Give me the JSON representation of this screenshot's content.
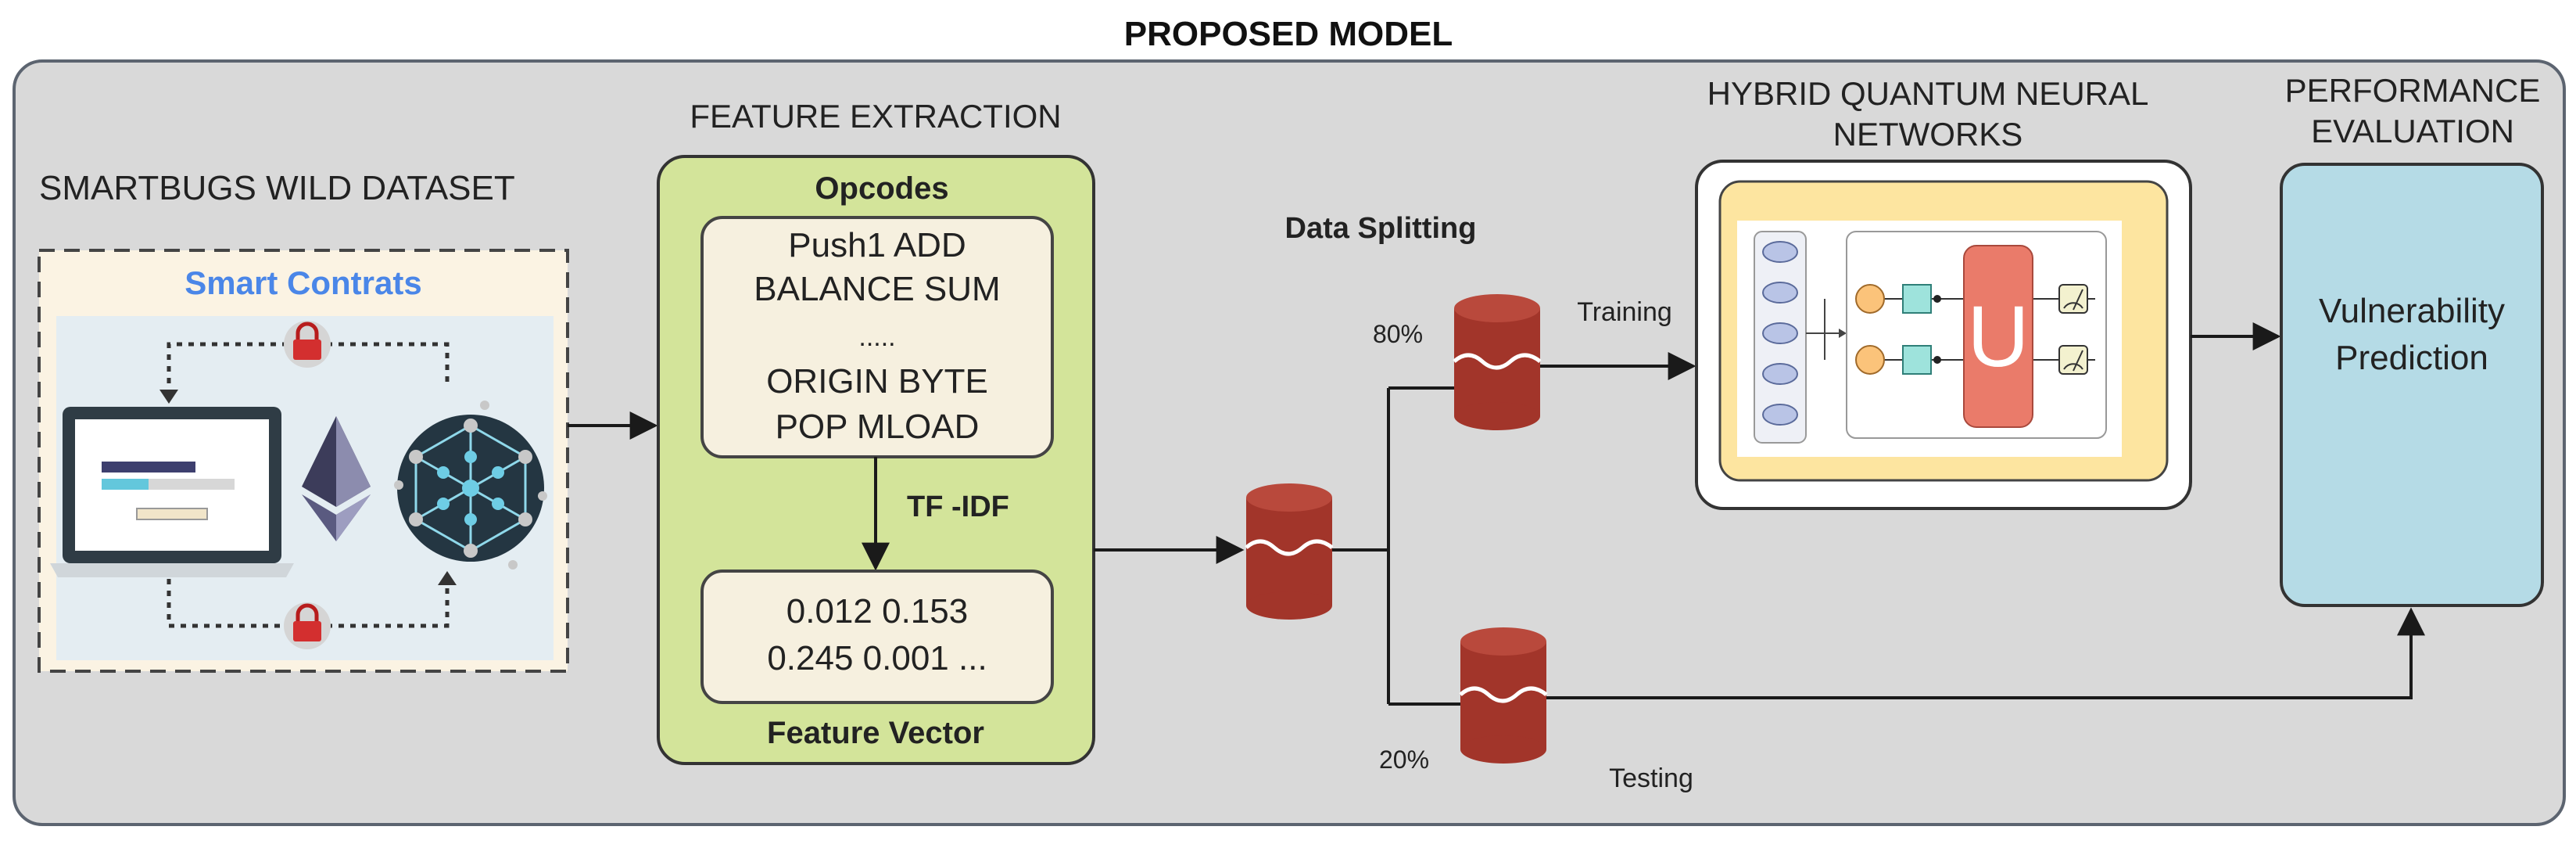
{
  "title": "PROPOSED MODEL",
  "dataset": {
    "section_label": "SMARTBUGS WILD DATASET",
    "box_title": "Smart Contrats"
  },
  "feature_extraction": {
    "section_label": "FEATURE EXTRACTION",
    "opcodes_title": "Opcodes",
    "opcode_lines": [
      "Push1 ADD",
      "BALANCE SUM",
      ".....",
      "ORIGIN BYTE",
      "POP MLOAD"
    ],
    "tfidf_label": "TF -IDF",
    "vector_lines": [
      "0.012 0.153",
      "0.245 0.001 ..."
    ],
    "vector_title": "Feature Vector"
  },
  "splitting": {
    "title": "Data Splitting",
    "train_pct": "80%",
    "test_pct": "20%",
    "train_label": "Training",
    "test_label": "Testing"
  },
  "hqnn": {
    "title_lines": [
      "HYBRID QUANTUM NEURAL",
      "NETWORKS"
    ],
    "unitary_label": "U"
  },
  "evaluation": {
    "title_lines": [
      "PERFORMANCE",
      "EVALUATION"
    ],
    "box_lines": [
      "Vulnerability",
      "Prediction"
    ]
  },
  "colors": {
    "panel_bg": "#d9d9d9",
    "fe_green": "#d3e49a",
    "inner_cream": "#f6f0df",
    "db_red": "#a2352a",
    "eval_blue": "#b5dbe6",
    "qc_yellow": "#fde5a0",
    "dataset_blue": "#4a86e8"
  }
}
